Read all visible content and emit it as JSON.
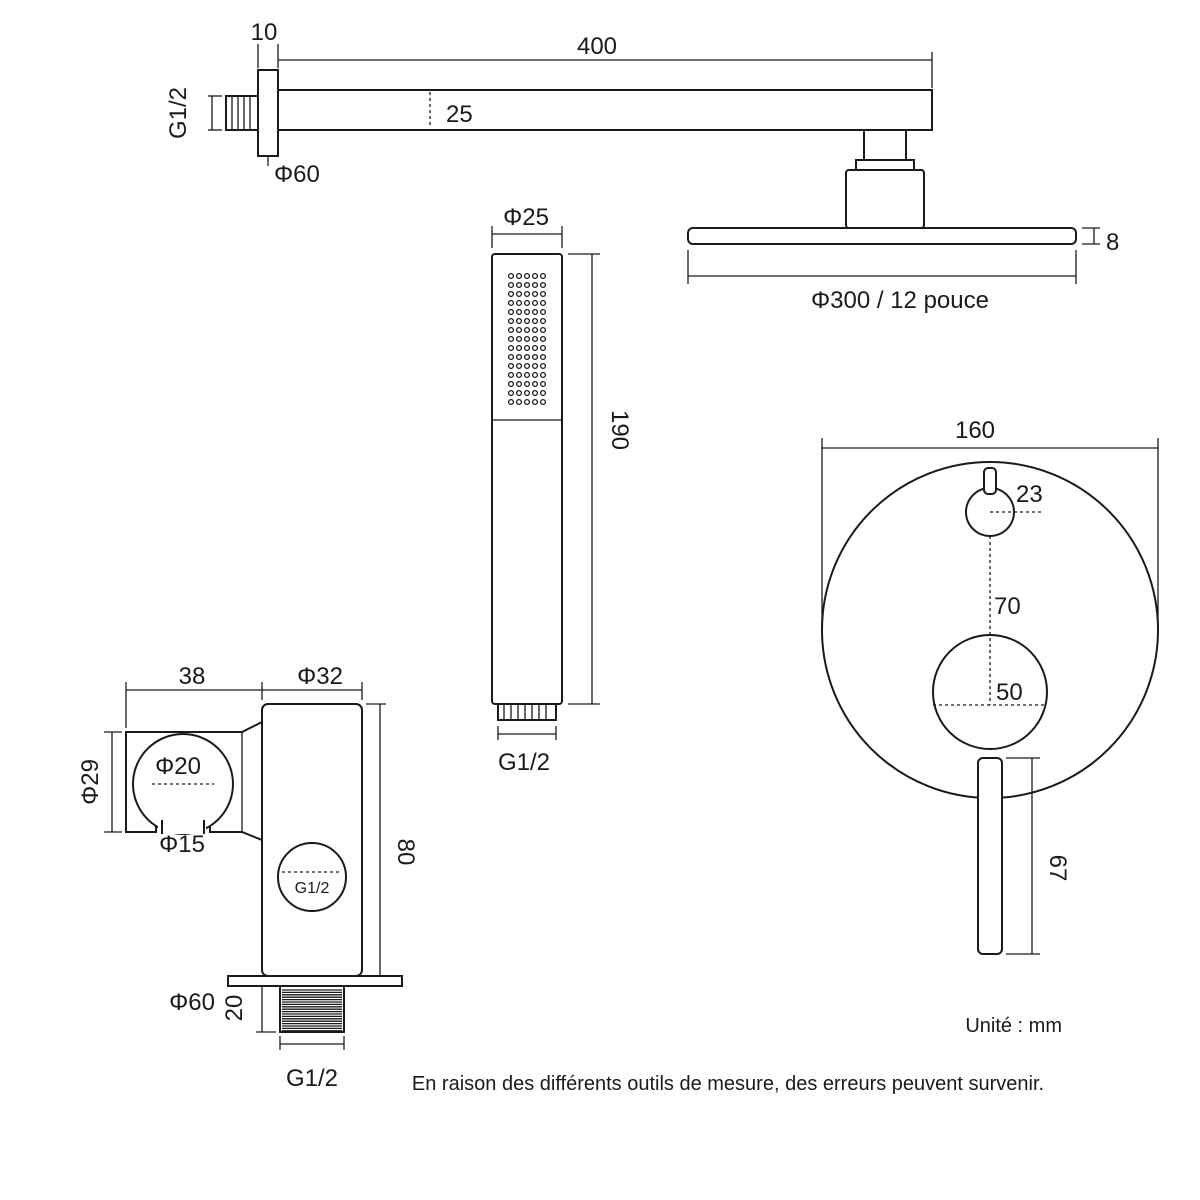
{
  "shower_arm": {
    "flange_width": "10",
    "arm_length": "400",
    "arm_height": "25",
    "thread": "G1/2",
    "flange_diameter": "Φ60"
  },
  "shower_head": {
    "thickness": "8",
    "diameter": "Φ300 / 12 pouce"
  },
  "hand_shower": {
    "diameter": "Φ25",
    "length": "190",
    "thread": "G1/2"
  },
  "mixer_plate": {
    "diameter": "160",
    "knob_diameter": "23",
    "knob_spacing": "70",
    "body_diameter": "50",
    "handle_length": "67"
  },
  "holder": {
    "width": "38",
    "body_diameter": "Φ32",
    "cradle_height": "Φ29",
    "cradle_diameter": "Φ20",
    "slot_diameter": "Φ15",
    "height": "80",
    "outlet_thread": "G1/2",
    "flange_diameter": "Φ60",
    "thread_length": "20",
    "bottom_thread": "G1/2"
  },
  "notes": {
    "unit": "Unité : mm",
    "disclaimer": "En raison des différents outils de mesure, des erreurs peuvent survenir."
  }
}
